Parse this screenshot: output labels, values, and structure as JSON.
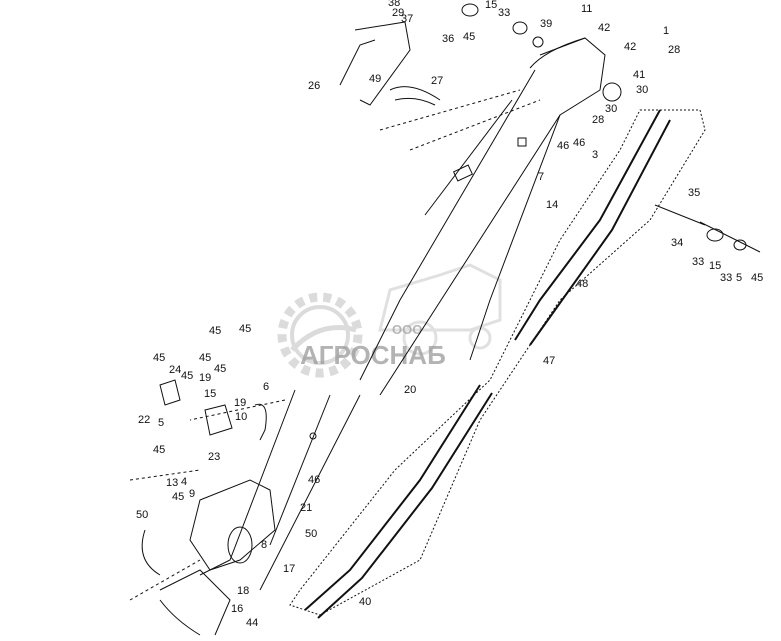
{
  "diagram": {
    "kind": "exploded parts diagram - feeder house conveyor chain",
    "ink_color": "#111111",
    "background": "#ffffff",
    "watermark": {
      "company_prefix": "ООО",
      "company_name": "АГРОСНАБ",
      "color": "#9a9a9a"
    },
    "part_numbers": [
      "29",
      "38",
      "37",
      "36",
      "45",
      "15",
      "33",
      "39",
      "11",
      "1",
      "42",
      "42",
      "28",
      "26",
      "49",
      "27",
      "41",
      "30",
      "30",
      "28",
      "46",
      "46",
      "3",
      "7",
      "14",
      "35",
      "34",
      "33",
      "15",
      "33",
      "5",
      "45",
      "48",
      "47",
      "20",
      "45",
      "45",
      "45",
      "45",
      "45",
      "24",
      "45",
      "19",
      "15",
      "22",
      "5",
      "6",
      "19",
      "10",
      "45",
      "23",
      "13",
      "4",
      "9",
      "45",
      "46",
      "21",
      "50",
      "50",
      "8",
      "17",
      "18",
      "16",
      "44",
      "40"
    ]
  }
}
